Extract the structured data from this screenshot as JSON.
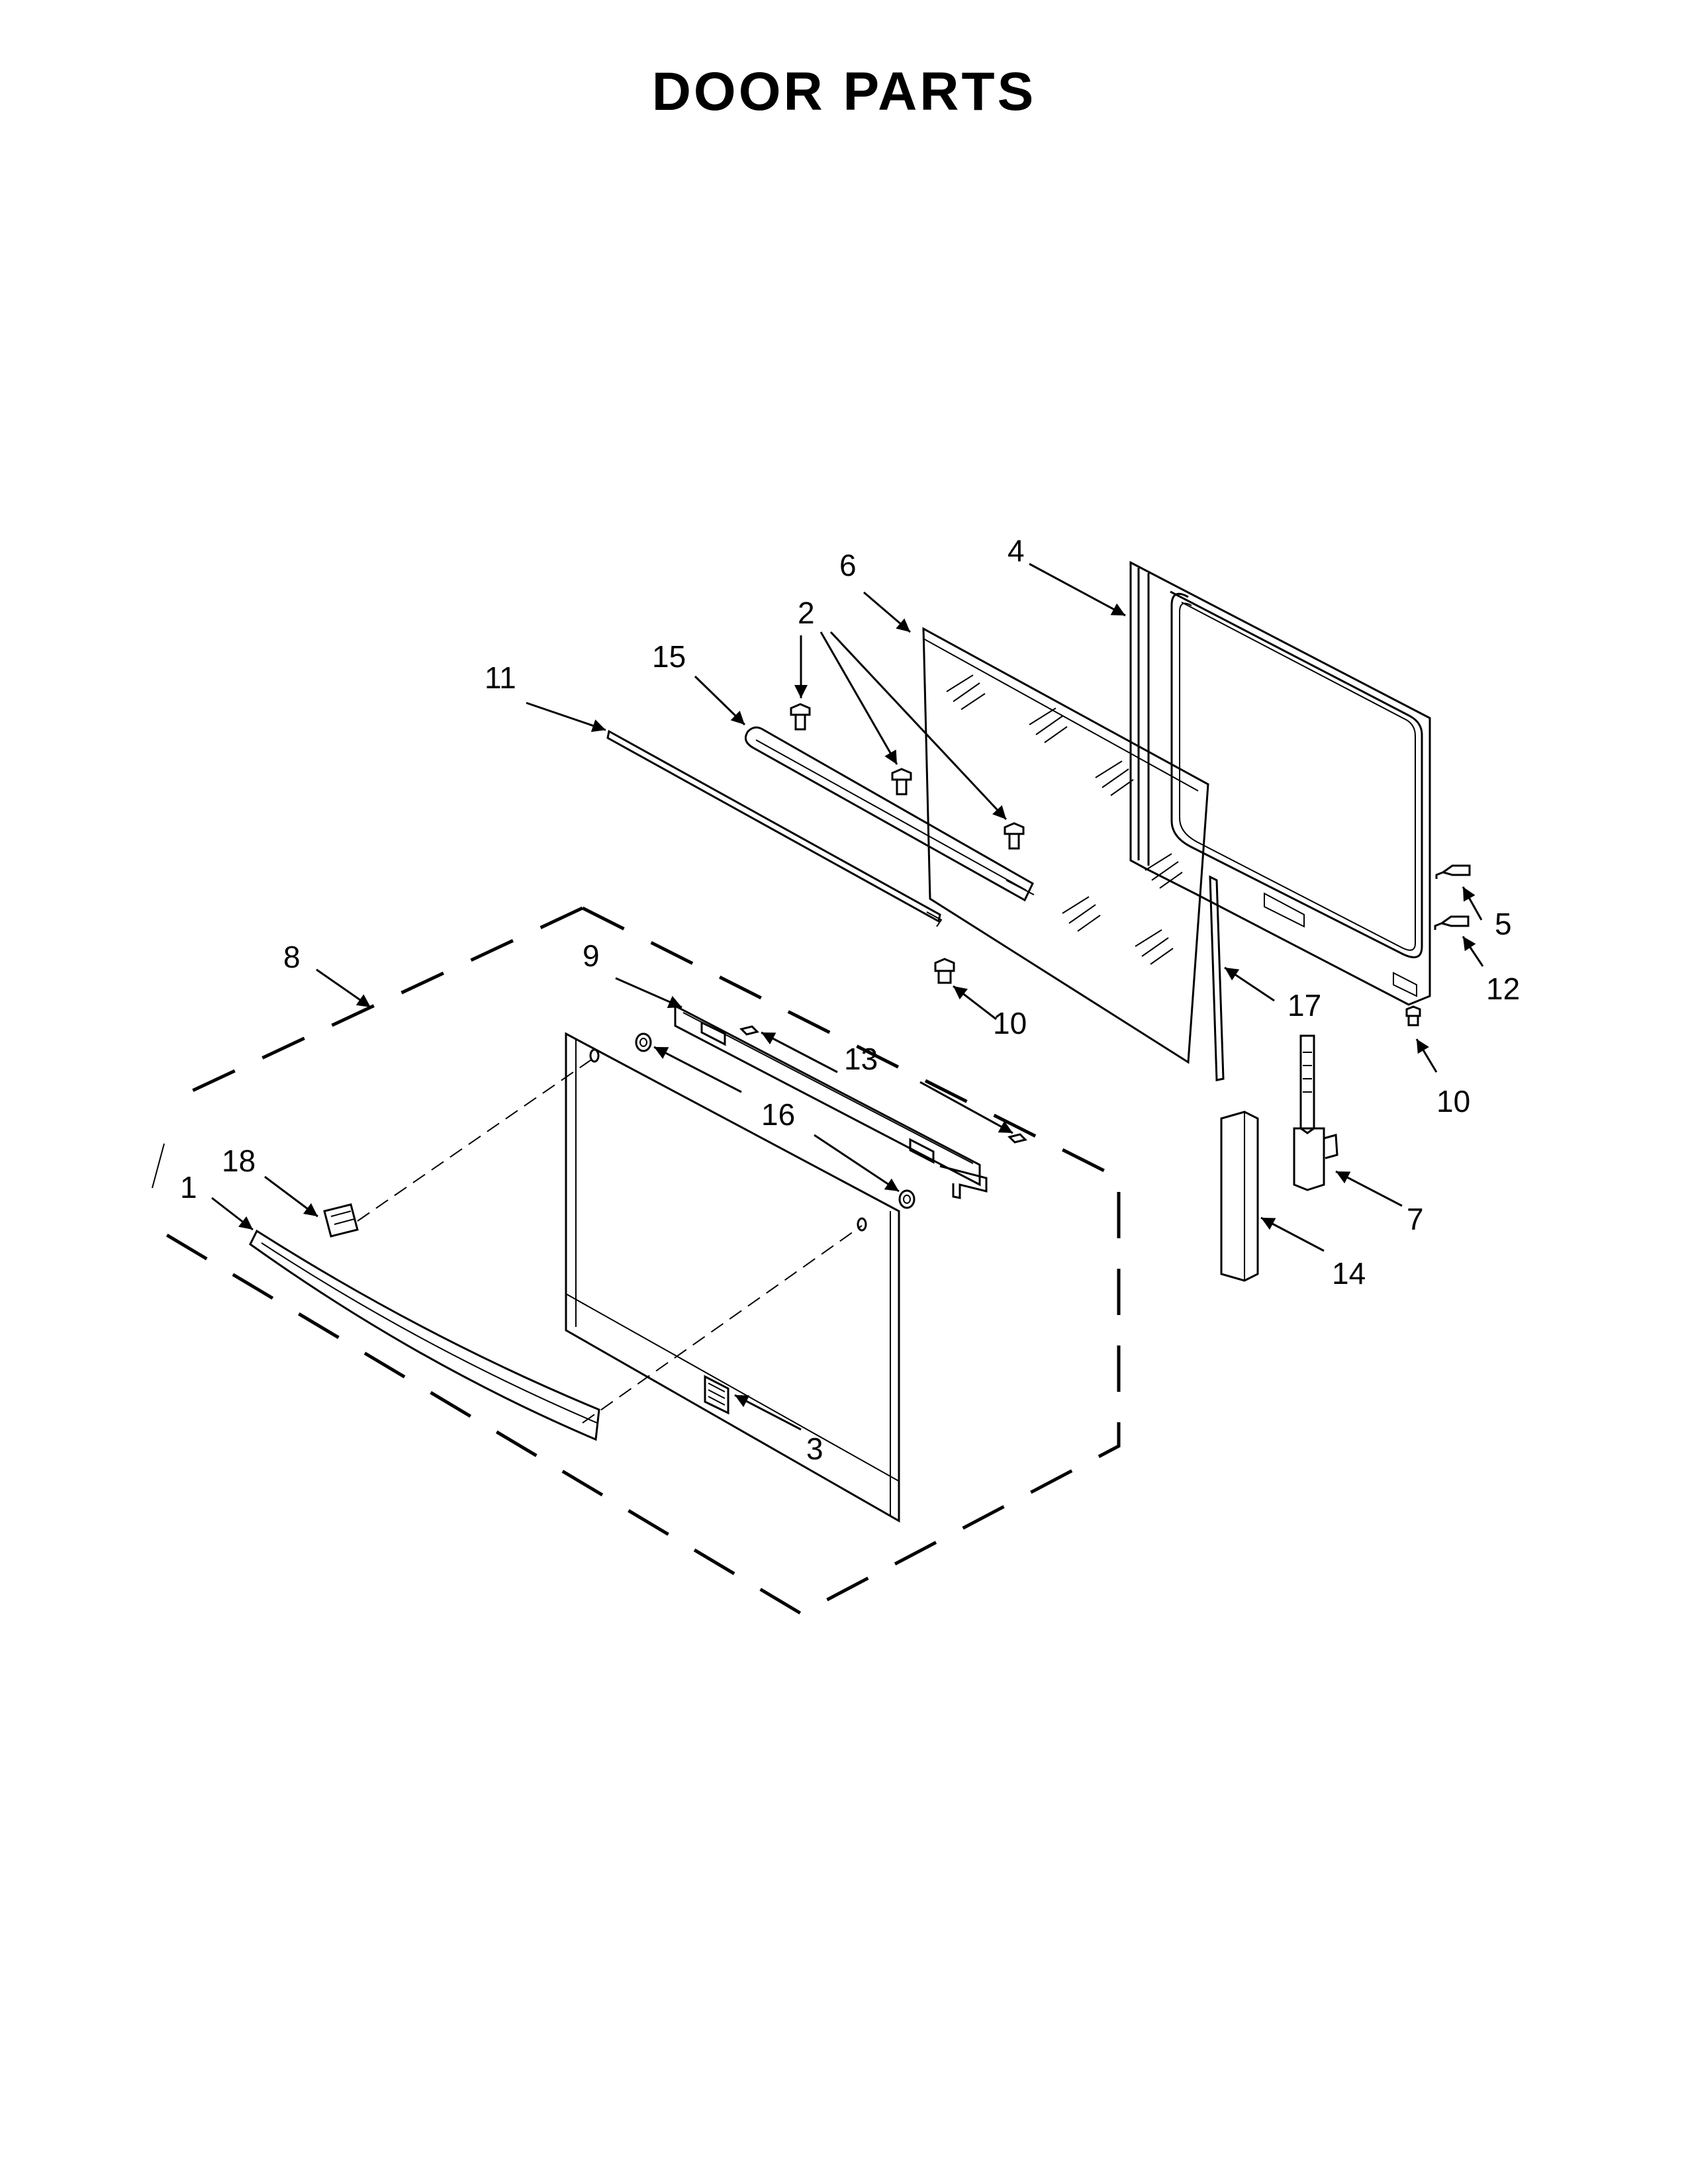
{
  "title": "DOOR PARTS",
  "callouts": {
    "c1": "1",
    "c2": "2",
    "c3": "3",
    "c4": "4",
    "c5": "5",
    "c6": "6",
    "c7": "7",
    "c8": "8",
    "c9": "9",
    "c10a": "10",
    "c10b": "10",
    "c11": "11",
    "c12": "12",
    "c13": "13",
    "c14": "14",
    "c15": "15",
    "c16": "16",
    "c17": "17",
    "c18": "18"
  }
}
